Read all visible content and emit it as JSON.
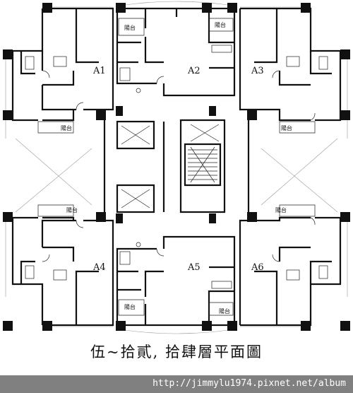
{
  "units": [
    {
      "id": "A1",
      "label": "A1"
    },
    {
      "id": "A2",
      "label": "A2"
    },
    {
      "id": "A3",
      "label": "A3"
    },
    {
      "id": "A4",
      "label": "A4"
    },
    {
      "id": "A5",
      "label": "A5"
    },
    {
      "id": "A6",
      "label": "A6"
    }
  ],
  "balcony_label": "陽台",
  "caption": "伍~拾貳, 拾肆層平面圖",
  "watermark": "http://jimmylu1974.pixnet.net/album"
}
